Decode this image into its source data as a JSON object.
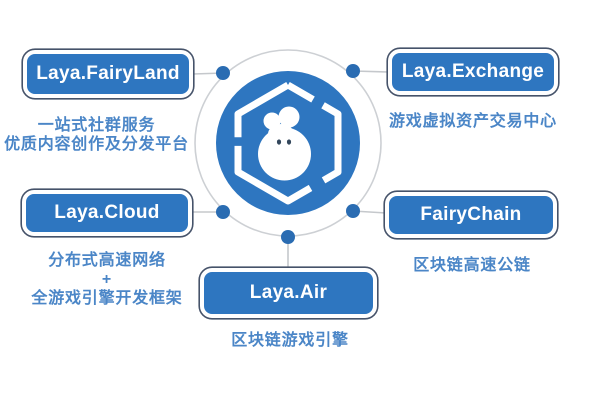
{
  "center": {
    "icon": "laya-mascot-hexagon-logo"
  },
  "nodes": [
    {
      "id": "fairyland",
      "label": "Laya.FairyLand",
      "caption_lines": [
        "一站式社群服务",
        "优质内容创作及分发平台"
      ]
    },
    {
      "id": "exchange",
      "label": "Laya.Exchange",
      "caption_lines": [
        "游戏虚拟资产交易中心"
      ]
    },
    {
      "id": "cloud",
      "label": "Laya.Cloud",
      "caption_lines": [
        "分布式高速网络",
        "+",
        "全游戏引擎开发框架"
      ]
    },
    {
      "id": "fairychain",
      "label": "FairyChain",
      "caption_lines": [
        "区块链高速公链"
      ]
    },
    {
      "id": "air",
      "label": "Laya.Air",
      "caption_lines": [
        "区块链游戏引擎"
      ]
    }
  ],
  "colors": {
    "primary_blue": "#2e76c0",
    "dot_blue": "#2a6cb2",
    "caption_blue": "#4b86c7",
    "line_gray": "#c5c8cc",
    "ring_gray": "#cdd0d4",
    "outline_dark": "#46536a",
    "mascot_eye_dark": "#33475c",
    "background": "#ffffff"
  }
}
